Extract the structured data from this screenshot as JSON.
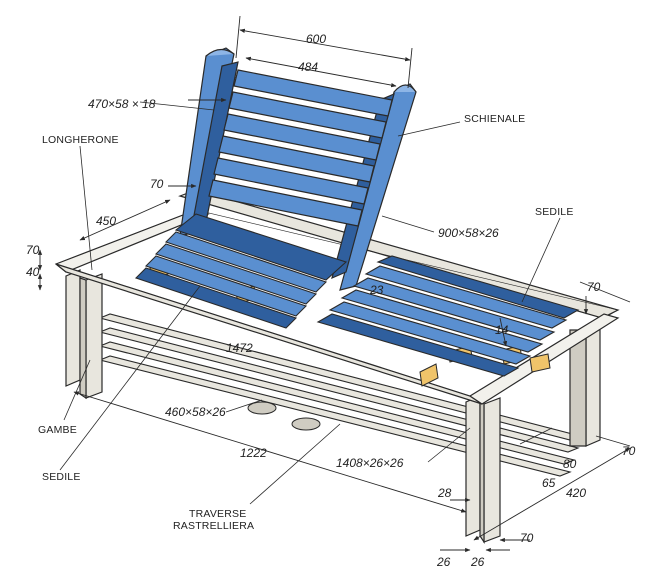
{
  "colors": {
    "wood": "#e8e6de",
    "wood_shade": "#cfccc2",
    "blue_paint": "#5a8fd0",
    "blue_dark": "#2f5f9e",
    "blue_light": "#8db5e6",
    "block": "#f0c46a",
    "line": "#2a2a2a"
  },
  "labels": {
    "longherone": "LONGHERONE",
    "schienale": "SCHIENALE",
    "sedile_right": "SEDILE",
    "gambe": "GAMBE",
    "sedile_left": "SEDILE",
    "traverse_line1": "TRAVERSE",
    "traverse_line2": "RASTRELLIERA"
  },
  "dimensions": {
    "back_outer_width": "600",
    "back_inner_width": "484",
    "back_slat": "470×58 × 18",
    "back_upright": "900×58×26",
    "d70_top": "70",
    "d450": "450",
    "d70_left": "70",
    "d40_left": "40",
    "d23": "23",
    "d1472": "1472",
    "d14": "14",
    "d70_right": "70",
    "seat_slat": "460×58×26",
    "d1222": "1222",
    "rack_slat": "1408×26×26",
    "d80": "80",
    "d65": "65",
    "d420": "420",
    "d70_far": "70",
    "d28": "28",
    "d70_bottom": "70",
    "d26_a": "26",
    "d26_b": "26"
  }
}
